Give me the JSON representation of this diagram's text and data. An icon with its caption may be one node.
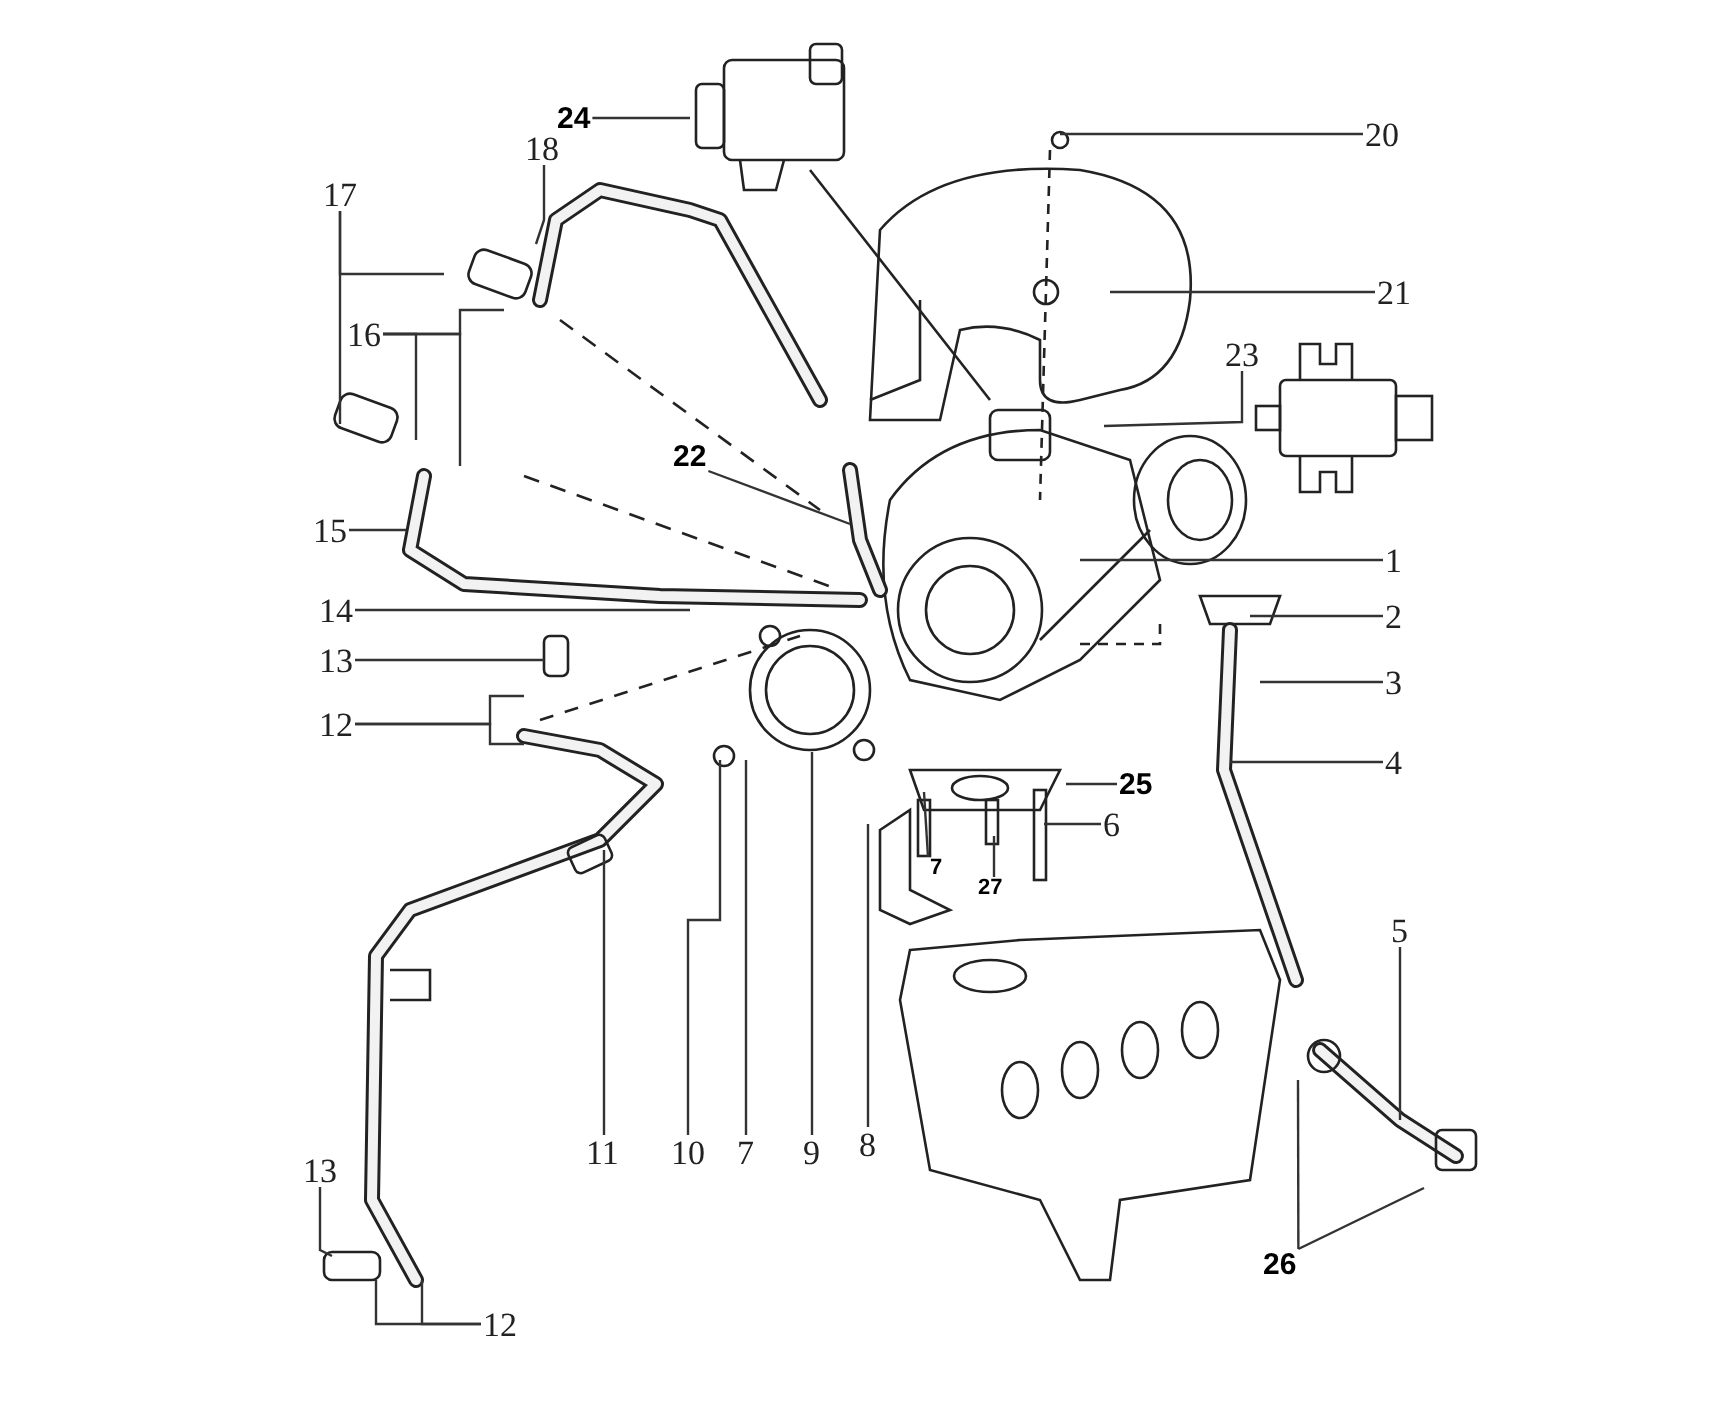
{
  "diagram": {
    "nodes": [
      {
        "text": [
          "24"
        ]
      },
      {
        "text": [
          "18"
        ]
      },
      {
        "text": [
          "17"
        ]
      },
      {
        "text": [
          "16"
        ]
      },
      {
        "text": [
          "22"
        ]
      },
      {
        "text": [
          "15"
        ]
      },
      {
        "text": [
          "14"
        ]
      },
      {
        "text": [
          "13"
        ]
      },
      {
        "text": [
          "12"
        ]
      },
      {
        "text": [
          "11"
        ]
      },
      {
        "text": [
          "10"
        ]
      },
      {
        "text": [
          "7"
        ]
      },
      {
        "text": [
          "9"
        ]
      },
      {
        "text": [
          "8"
        ]
      },
      {
        "text": [
          "13"
        ]
      },
      {
        "text": [
          "12"
        ]
      },
      {
        "text": [
          "20"
        ]
      },
      {
        "text": [
          "21"
        ]
      },
      {
        "text": [
          "23"
        ]
      },
      {
        "text": [
          "1"
        ]
      },
      {
        "text": [
          "2"
        ]
      },
      {
        "text": [
          "3"
        ]
      },
      {
        "text": [
          "4"
        ]
      },
      {
        "text": [
          "25"
        ]
      },
      {
        "text": [
          "6"
        ]
      },
      {
        "text": [
          "7"
        ]
      },
      {
        "text": [
          "27"
        ]
      },
      {
        "text": [
          "5"
        ]
      },
      {
        "text": [
          "26"
        ]
      }
    ],
    "edges": [
      {
        "from": 0,
        "to": null,
        "arrow": "none"
      },
      {
        "from": 1,
        "to": null,
        "arrow": "none"
      },
      {
        "from": 2,
        "to": null,
        "arrow": "none"
      },
      {
        "from": 2,
        "to": null,
        "arrow": "none"
      },
      {
        "from": 3,
        "to": null,
        "arrow": "none"
      },
      {
        "from": 3,
        "to": null,
        "arrow": "none"
      },
      {
        "from": 3,
        "to": null,
        "arrow": "none"
      },
      {
        "from": 4,
        "to": null,
        "arrow": "none"
      },
      {
        "from": 5,
        "to": null,
        "arrow": "none"
      },
      {
        "from": 6,
        "to": null,
        "arrow": "none"
      },
      {
        "from": 7,
        "to": null,
        "arrow": "none"
      },
      {
        "from": 8,
        "to": null,
        "arrow": "none"
      },
      {
        "from": 8,
        "to": null,
        "arrow": "none"
      },
      {
        "from": 9,
        "to": null,
        "arrow": "none"
      },
      {
        "from": 10,
        "to": null,
        "arrow": "none"
      },
      {
        "from": 11,
        "to": null,
        "arrow": "none"
      },
      {
        "from": 12,
        "to": null,
        "arrow": "none"
      },
      {
        "from": 13,
        "to": null,
        "arrow": "none"
      },
      {
        "from": 14,
        "to": null,
        "arrow": "none"
      },
      {
        "from": 15,
        "to": null,
        "arrow": "none"
      },
      {
        "from": 15,
        "to": null,
        "arrow": "none"
      },
      {
        "from": 16,
        "to": null,
        "arrow": "none"
      },
      {
        "from": 17,
        "to": null,
        "arrow": "none"
      },
      {
        "from": 18,
        "to": null,
        "arrow": "none"
      },
      {
        "from": 19,
        "to": null,
        "arrow": "none"
      },
      {
        "from": 20,
        "to": null,
        "arrow": "none"
      },
      {
        "from": 21,
        "to": null,
        "arrow": "none"
      },
      {
        "from": 22,
        "to": null,
        "arrow": "none"
      },
      {
        "from": 23,
        "to": null,
        "arrow": "none"
      },
      {
        "from": 24,
        "to": null,
        "arrow": "none"
      },
      {
        "from": 25,
        "to": null,
        "arrow": "none"
      },
      {
        "from": 26,
        "to": null,
        "arrow": "none"
      },
      {
        "from": 27,
        "to": null,
        "arrow": "none"
      },
      {
        "from": 28,
        "to": null,
        "arrow": "none"
      },
      {
        "from": 28,
        "to": null,
        "arrow": "none"
      }
    ]
  }
}
